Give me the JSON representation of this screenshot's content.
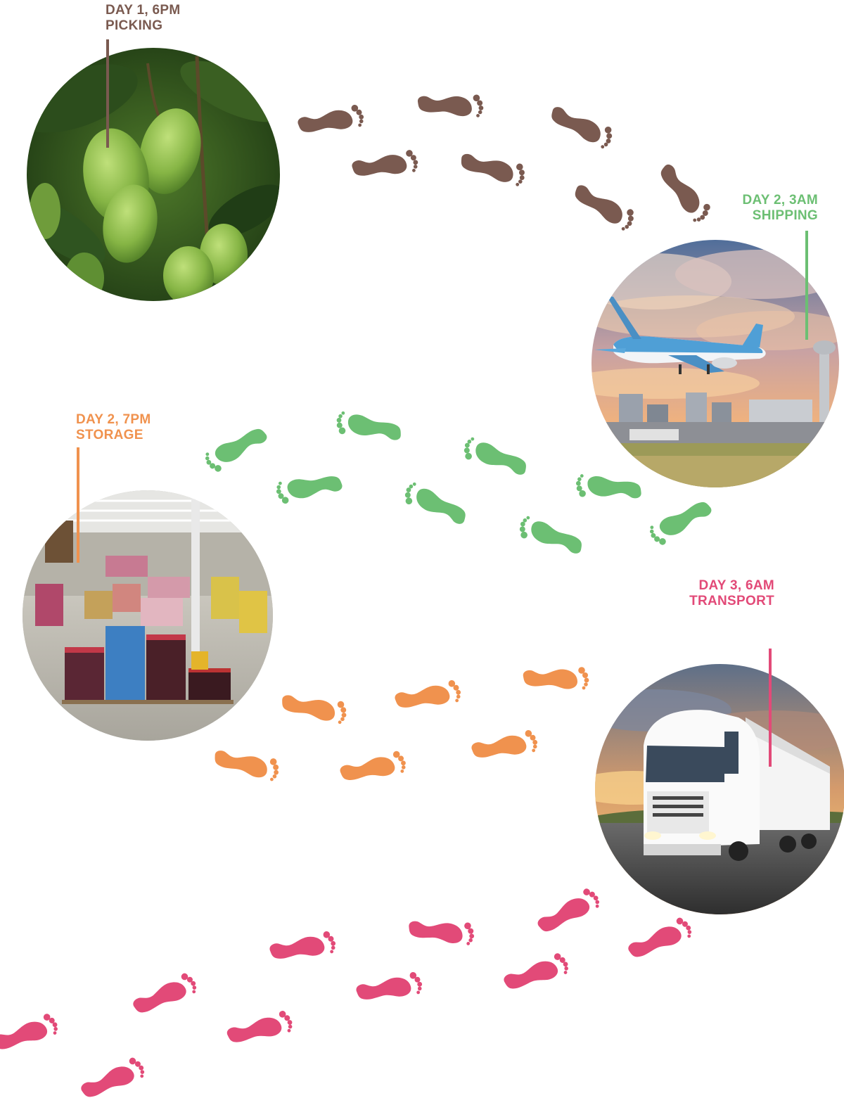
{
  "stages": [
    {
      "id": "picking",
      "time": "DAY 1, 6PM",
      "step": "PICKING",
      "color": "#7a5a50",
      "scene": "mango-tree",
      "icon": "mango-photo"
    },
    {
      "id": "shipping",
      "time": "DAY 2, 3AM",
      "step": "SHIPPING",
      "color": "#6cbf73",
      "scene": "airplane-landing",
      "icon": "airplane-photo"
    },
    {
      "id": "storage",
      "time": "DAY 2, 7PM",
      "step": "STORAGE",
      "color": "#f0924e",
      "scene": "warehouse",
      "icon": "warehouse-photo"
    },
    {
      "id": "transport",
      "time": "DAY 3, 6AM",
      "step": "TRANSPORT",
      "color": "#e24a78",
      "scene": "truck-on-road",
      "icon": "truck-photo"
    }
  ],
  "footprint_icon": "footprint-icon"
}
